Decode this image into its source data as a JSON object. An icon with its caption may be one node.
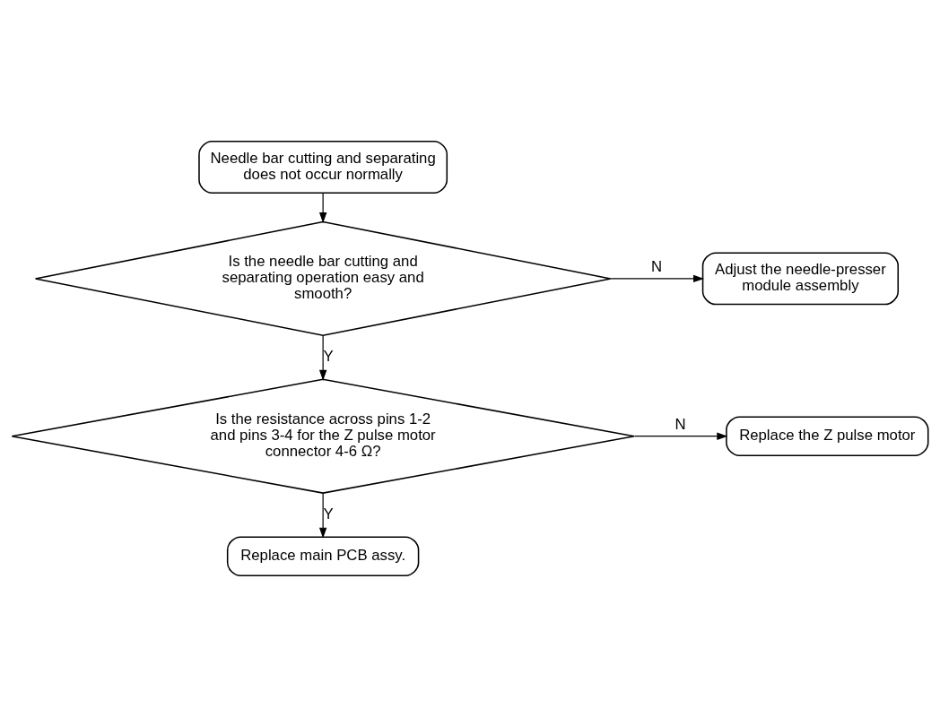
{
  "diagram": {
    "nodes": [
      {
        "text": [
          "Needle bar cutting and separating does not occur normally"
        ]
      },
      {
        "text": [
          "Is the needle bar cutting and separating operation easy and smooth?"
        ]
      },
      {
        "text": [
          "Adjust the needle-presser module assembly"
        ]
      },
      {
        "text": [
          "Is the resistance across pins 1-2 and pins 3-4 for the Z pulse motor connector 4-6 Ω?"
        ]
      },
      {
        "text": [
          "Replace the Z pulse motor"
        ]
      },
      {
        "text": [
          "Replace main PCB assy."
        ]
      }
    ],
    "edges": [
      {
        "from": 0,
        "to": 1,
        "arrow": "to"
      },
      {
        "from": 1,
        "to": 2,
        "arrow": "to",
        "label": "N"
      },
      {
        "from": 1,
        "to": 3,
        "arrow": "to",
        "label": "Y"
      },
      {
        "from": 3,
        "to": 4,
        "arrow": "to",
        "label": "N"
      },
      {
        "from": 3,
        "to": 5,
        "arrow": "to",
        "label": "Y"
      }
    ]
  }
}
